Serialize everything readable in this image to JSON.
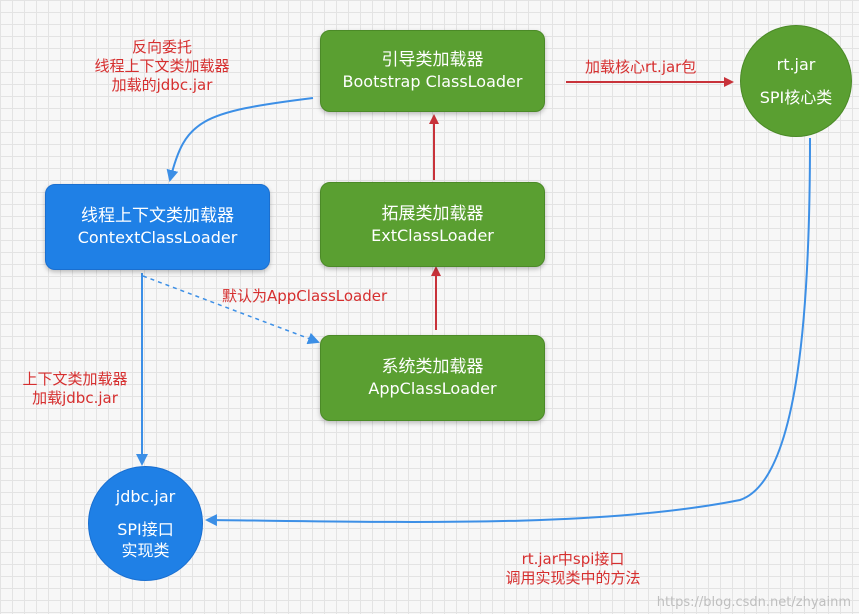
{
  "nodes": {
    "bootstrap": {
      "line1": "引导类加载器",
      "line2": "Bootstrap ClassLoader"
    },
    "ext": {
      "line1": "拓展类加载器",
      "line2": "ExtClassLoader"
    },
    "app": {
      "line1": "系统类加载器",
      "line2": "AppClassLoader"
    },
    "context": {
      "line1": "线程上下文类加载器",
      "line2": "ContextClassLoader"
    },
    "rtjar": {
      "line1": "rt.jar",
      "line2": "SPI核心类"
    },
    "jdbcjar": {
      "line1": "jdbc.jar",
      "line2": "SPI接口",
      "line3": "实现类"
    }
  },
  "labels": {
    "reverse_delegate": [
      "反向委托",
      "线程上下文类加载器",
      "加载的jdbc.jar"
    ],
    "load_core": "加载核心rt.jar包",
    "default_app": "默认为AppClassLoader",
    "context_load": [
      "上下文类加载器",
      "加载jdbc.jar"
    ],
    "rt_spi": [
      "rt.jar中spi接口",
      "调用实现类中的方法"
    ]
  },
  "watermark": "https://blog.csdn.net/zhyainm",
  "colors": {
    "green": "#5a9f31",
    "blue": "#1f80e6",
    "arrow_red": "#c8323a",
    "arrow_blue": "#3c8fe6",
    "label_red": "#d62f2f"
  }
}
